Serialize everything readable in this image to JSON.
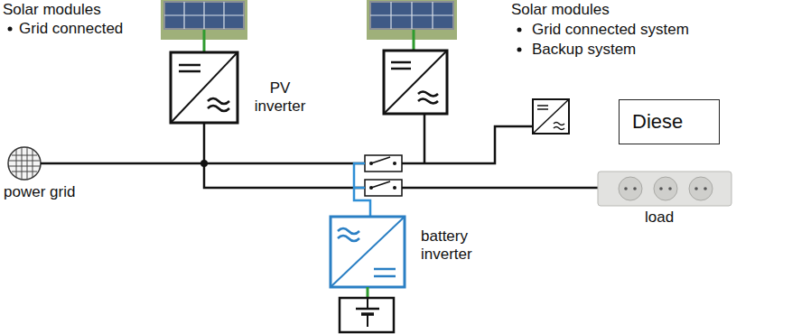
{
  "diagram": {
    "nodes": [
      {
        "text": [
          "Diese"
        ]
      }
    ],
    "labels": [
      "Solar modules",
      "Grid connected",
      "PV inverter",
      "Solar modules",
      "Grid connected system",
      "Backup system",
      "power grid",
      "load",
      "battery inverter"
    ]
  }
}
